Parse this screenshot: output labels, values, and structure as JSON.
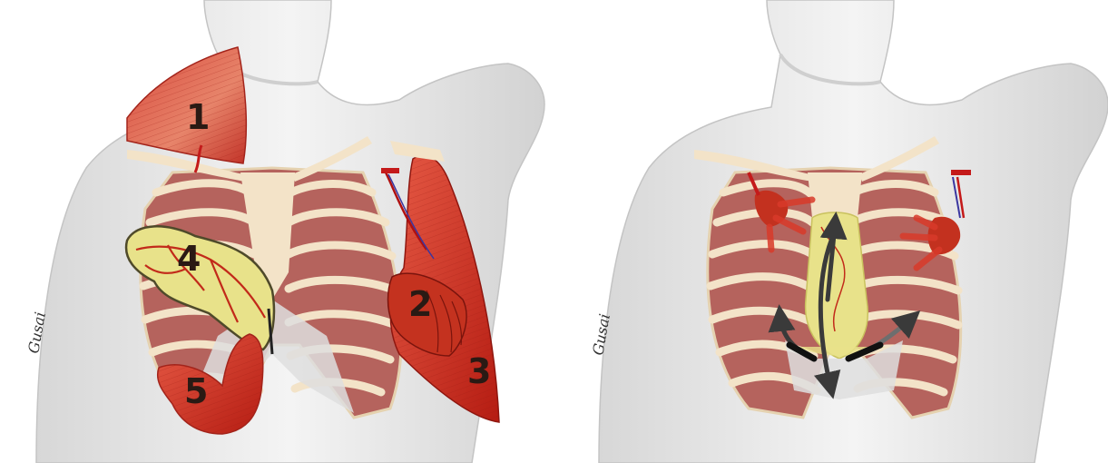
{
  "panels": [
    {
      "id": "left",
      "description_labels": [
        {
          "text": "1",
          "structure": "trapezius-flap"
        },
        {
          "text": "4",
          "structure": "omental-flap"
        },
        {
          "text": "2",
          "structure": "serratus-flap"
        },
        {
          "text": "3",
          "structure": "latissimus-dorsi-flap"
        },
        {
          "text": "5",
          "structure": "rectus-abdominis-flap"
        }
      ],
      "signature": "Gusai"
    },
    {
      "id": "right",
      "signature": "Gusai"
    }
  ],
  "colors": {
    "skin": "#eeeeee",
    "skin_shadow": "#c9c9c9",
    "bone": "#f3e3c8",
    "intercostal": "#b0625c",
    "muscle": "#d9372b",
    "muscle_dark": "#b11f16",
    "omentum": "#e9e489",
    "arrow": "#3a3a3a"
  }
}
